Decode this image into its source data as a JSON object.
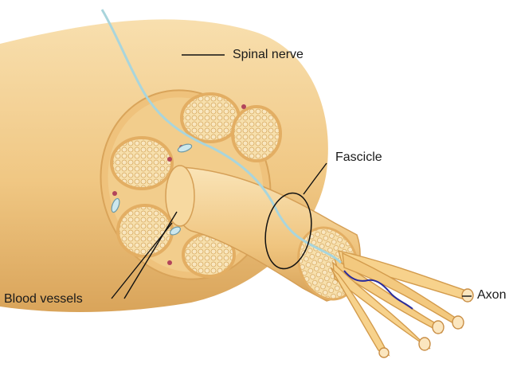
{
  "labels": {
    "spinal_nerve": "Spinal nerve",
    "fascicle": "Fascicle",
    "blood_vessels": "Blood vessels",
    "axon": "Axon"
  },
  "colors": {
    "nerve_fill": "#f3cf8f",
    "nerve_shadow": "#dca85c",
    "perineurium": "#e9b86d",
    "fascicle_fill": "#f6dfae",
    "axon_fill": "#f7d28c",
    "blood_vessel": "#b2445a",
    "vein_light": "#a9d5dc",
    "vein_dark": "#2a2b9c",
    "leader": "#111111"
  }
}
